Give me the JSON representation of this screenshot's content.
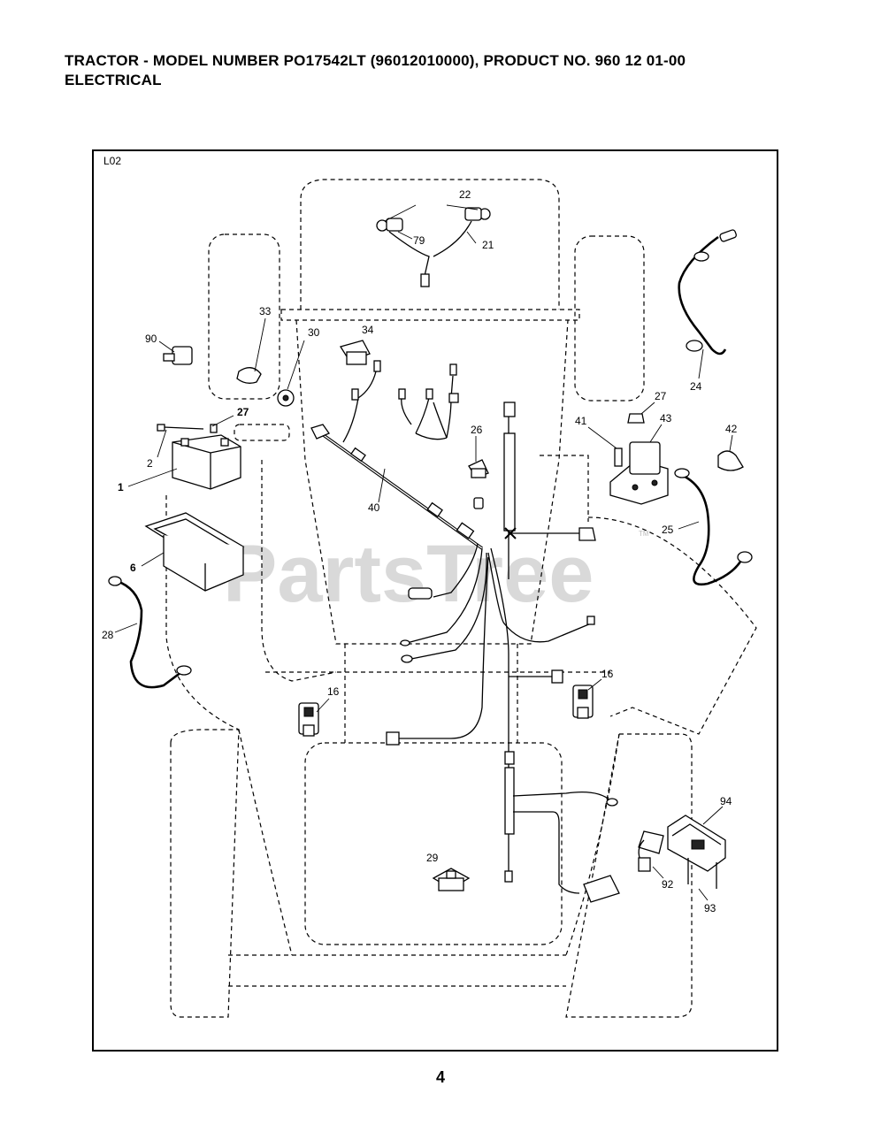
{
  "header": {
    "line1": "TRACTOR  - MODEL NUMBER  PO17542LT (96012010000), PRODUCT NO. 960 12 01-00",
    "line2": "ELECTRICAL"
  },
  "diagram": {
    "code": "L02",
    "watermark": "PartsTree",
    "trademark": "TM",
    "callouts": [
      "22",
      "79",
      "21",
      "33",
      "30",
      "34",
      "90",
      "27",
      "2",
      "1",
      "6",
      "28",
      "40",
      "26",
      "41",
      "27",
      "43",
      "42",
      "24",
      "25",
      "16",
      "16",
      "29",
      "94",
      "92",
      "93"
    ]
  },
  "footer": {
    "page_number": "4"
  }
}
